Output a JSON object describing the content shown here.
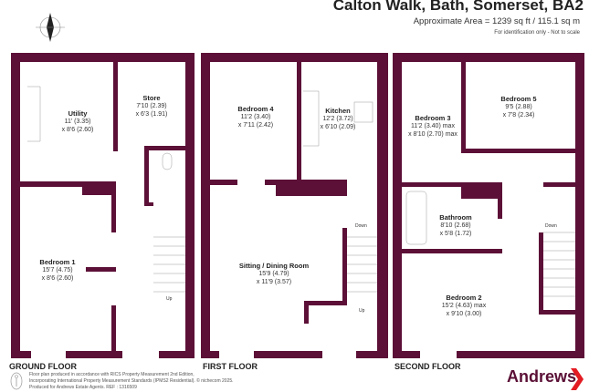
{
  "header": {
    "title": "Calton Walk, Bath, Somerset, BA2",
    "area": "Approximate Area = 1239 sq ft / 115.1 sq m",
    "note": "For identification only - Not to scale",
    "compass": "N"
  },
  "colors": {
    "wall": "#5c1037",
    "brand_red": "#e31b23"
  },
  "floors": [
    {
      "name": "GROUND FLOOR",
      "rooms": [
        {
          "name": "Utility",
          "dim1": "11' (3.35)",
          "dim2": "x 8'6 (2.60)"
        },
        {
          "name": "Store",
          "dim1": "7'10 (2.39)",
          "dim2": "x 6'3 (1.91)"
        },
        {
          "name": "Bedroom 1",
          "dim1": "15'7 (4.75)",
          "dim2": "x 8'6 (2.60)"
        }
      ],
      "stairs": [
        "Up"
      ]
    },
    {
      "name": "FIRST FLOOR",
      "rooms": [
        {
          "name": "Bedroom 4",
          "dim1": "11'2 (3.40)",
          "dim2": "x 7'11 (2.42)"
        },
        {
          "name": "Kitchen",
          "dim1": "12'2 (3.72)",
          "dim2": "x 6'10 (2.09)"
        },
        {
          "name": "Sitting / Dining Room",
          "dim1": "15'9 (4.79)",
          "dim2": "x 11'9 (3.57)"
        }
      ],
      "stairs": [
        "Down",
        "Up"
      ]
    },
    {
      "name": "SECOND FLOOR",
      "rooms": [
        {
          "name": "Bedroom 3",
          "dim1": "11'2 (3.40) max",
          "dim2": "x 8'10 (2.70) max"
        },
        {
          "name": "Bedroom 5",
          "dim1": "9'5 (2.88)",
          "dim2": "x 7'8 (2.34)"
        },
        {
          "name": "Bathroom",
          "dim1": "8'10 (2.68)",
          "dim2": "x 5'8 (1.72)"
        },
        {
          "name": "Bedroom 2",
          "dim1": "15'2 (4.63) max",
          "dim2": "x 9'10 (3.00)"
        }
      ],
      "stairs": [
        "Down"
      ]
    }
  ],
  "footer": {
    "line1": "Floor plan produced in accordance with RICS Property Measurement 2nd Edition,",
    "line2": "Incorporating International Property Measurement Standards (IPMS2 Residential).  © nichecom 2025.",
    "line3": "Produced for Andrews Estate Agents.    REF : 1316509",
    "logo": "Andrews"
  }
}
